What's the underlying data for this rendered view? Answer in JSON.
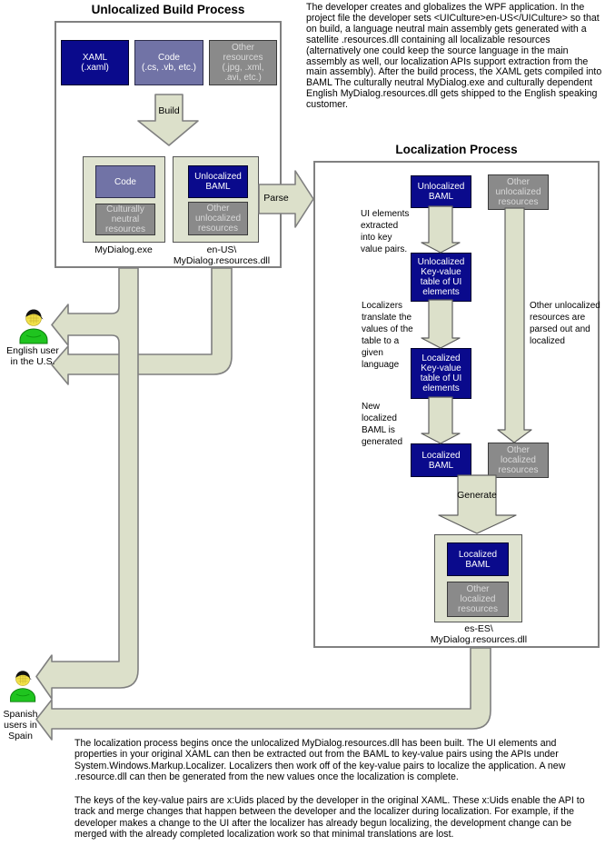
{
  "build_process": {
    "title": "Unlocalized Build Process",
    "source_boxes": [
      "XAML\n(.xaml)",
      "Code\n(.cs, .vb, etc.)",
      "Other\nresources\n(.jpg, .xml,\n.avi, etc.)"
    ],
    "build_label": "Build",
    "exe": {
      "code": "Code",
      "resources": "Culturally\nneutral\nresources",
      "caption": "MyDialog.exe"
    },
    "dll": {
      "baml": "Unlocalized\nBAML",
      "resources": "Other\nunlocalized\nresources",
      "caption": "en-US\\\nMyDialog.resources.dll"
    },
    "parse_label": "Parse"
  },
  "localization_process": {
    "title": "Localization Process",
    "unlocalized_baml": "Unlocalized\nBAML",
    "other_unlocalized": "Other\nunlocalized\nresources",
    "note_extract": "UI elements\nextracted\ninto key\nvalue pairs.",
    "unlocalized_table": "Unlocalized\nKey-value\ntable of UI\nelements",
    "note_translate": "Localizers\ntranslate the\nvalues of the\ntable to a\ngiven\nlanguage",
    "localized_table": "Localized\nKey-value\ntable of UI\nelements",
    "note_generated": "New\nlocalized\nBAML is\ngenerated",
    "note_other_resources": "Other unlocalized\nresources are\nparsed out and\nlocalized",
    "localized_baml": "Localized\nBAML",
    "other_localized": "Other\nlocalized\nresources",
    "generate_label": "Generate",
    "output": {
      "baml": "Localized\nBAML",
      "resources": "Other\nlocalized\nresources",
      "caption": "es-ES\\\nMyDialog.resources.dll"
    }
  },
  "users": {
    "english": "English user\nin the U.S.",
    "spanish": "Spanish\nusers in\nSpain"
  },
  "paragraphs": {
    "top_right": "The developer creates and globalizes the WPF application. In the project file the developer sets <UICulture>en-US</UICulture> so that on build, a language neutral main assembly gets generated with a satellite .resources.dll containing all localizable resources (alternatively one could keep the source language in the main assembly as well, our localization APIs support extraction from the main assembly). After the build process, the XAML gets compiled into BAML The culturally neutral MyDialog.exe and culturally dependent English MyDialog.resources.dll gets shipped to the English speaking customer.",
    "bottom_first": "The localization process begins once the unlocalized MyDialog.resources.dll has been built. The UI elements and properties in your original XAML can then be extracted out from the BAML to key-value pairs using the APIs under System.Windows.Markup.Localizer. Localizers then work off of the key-value pairs to localize the application. A new .resource.dll can then be generated from the new values once the localization is complete.",
    "bottom_second": "The keys of the key-value pairs are x:Uids placed by the developer in the original XAML. These x:Uids enable the API to track and merge changes that happen between the developer and the localizer during localization. For example, if the developer makes a change to the UI after the localizer has already begun localizing, the development change can be merged with the already completed localization work so that minimal translations are lost."
  },
  "colors": {
    "navy": "#0a0a8c",
    "slate": "#7173a6",
    "gray": "#8a8a8a",
    "pipe_fill": "#dce0ca",
    "border_gray": "#808080",
    "user_green": "#1fc41f"
  }
}
